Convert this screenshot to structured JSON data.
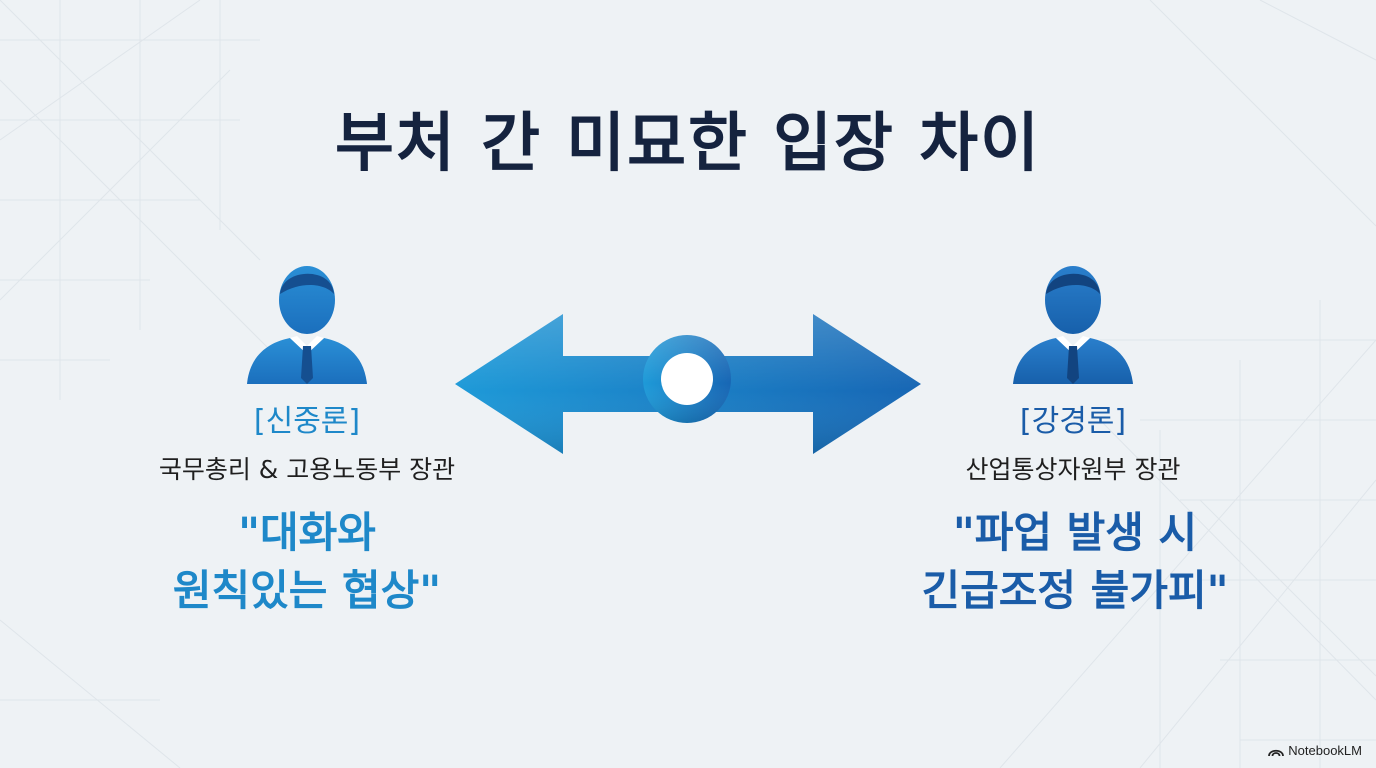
{
  "title": "부처 간 미묘한 입장 차이",
  "left": {
    "stance": "[신중론]",
    "role": "국무총리 & 고용노동부 장관",
    "quote_lines": [
      "\"대화와",
      "원칙있는 협상\""
    ],
    "icon": "person-icon",
    "color": "#1e88c9"
  },
  "right": {
    "stance": "[강경론]",
    "role": "산업통상자원부 장관",
    "quote_lines": [
      "\"파업 발생 시",
      "긴급조정 불가피\""
    ],
    "icon": "person-icon",
    "color": "#1a5ca8"
  },
  "connector": {
    "icon": "double-arrow-icon",
    "color_start": "#1e9ad8",
    "color_end": "#1766b4"
  },
  "watermark": {
    "text": "NotebookLM",
    "icon": "notebooklm-logo-icon"
  }
}
